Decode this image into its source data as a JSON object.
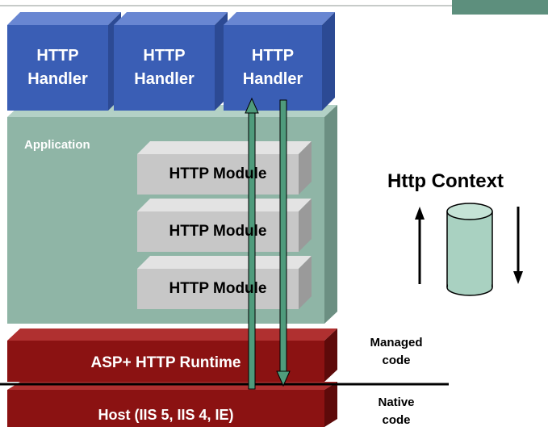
{
  "handlers": [
    {
      "line1": "HTTP",
      "line2": "Handler"
    },
    {
      "line1": "HTTP",
      "line2": "Handler"
    },
    {
      "line1": "HTTP",
      "line2": "Handler"
    }
  ],
  "application": {
    "label": "Application",
    "modules": [
      "HTTP Module",
      "HTTP Module",
      "HTTP Module"
    ]
  },
  "runtime": {
    "label": "ASP+ HTTP Runtime"
  },
  "host": {
    "label": "Host (IIS 5, IIS 4, IE)"
  },
  "managed_code": {
    "line1": "Managed",
    "line2": "code"
  },
  "native_code": {
    "line1": "Native",
    "line2": "code"
  },
  "http_context": {
    "label": "Http Context"
  },
  "colors": {
    "handler_blue": "#3a5eb5",
    "application_green": "#8fb5a6",
    "module_gray": "#c7c7c7",
    "runtime_red": "#8b1212",
    "cylinder_green": "#a9d1c1"
  }
}
